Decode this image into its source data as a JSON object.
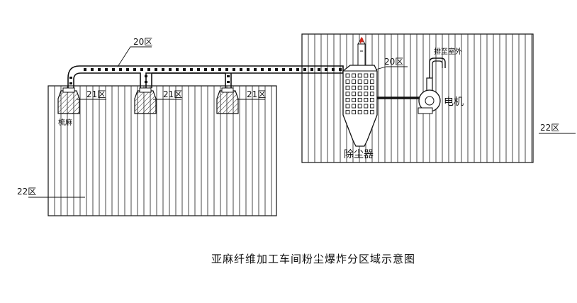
{
  "labels": {
    "zone20_duct": "20区",
    "zone20_collector": "20区",
    "zone21_a": "21区",
    "zone21_b": "21区",
    "zone21_c": "21区",
    "zone22_left": "22区",
    "zone22_right": "22区",
    "hackle": "梳麻",
    "exhaust_outdoor": "排至室外",
    "motor": "电机",
    "dust_collector": "除尘器"
  },
  "caption": "亚麻纤维加工车间粉尘爆炸分区域示意图",
  "colors": {
    "line": "#111111",
    "hatch": "#333333",
    "flame": "#cc2a1e"
  }
}
